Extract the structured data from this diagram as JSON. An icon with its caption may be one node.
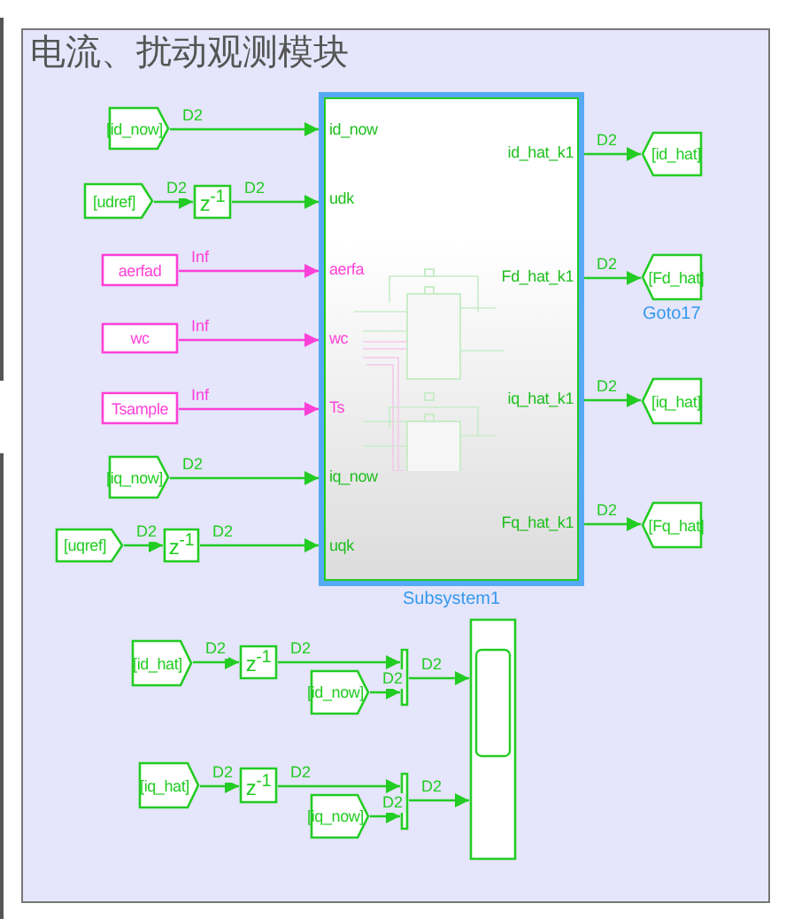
{
  "diagram": {
    "title": "电流、扰动观测模块",
    "nodes": [
      {
        "text": [
          "[id_now]"
        ]
      },
      {
        "text": [
          "[udref]"
        ]
      },
      {
        "text": [
          "z$^{-1}$"
        ]
      },
      {
        "text": [
          "aerfad"
        ]
      },
      {
        "text": [
          "wc"
        ]
      },
      {
        "text": [
          "Tsample"
        ]
      },
      {
        "text": [
          "[iq_now]"
        ]
      },
      {
        "text": [
          "[uqref]"
        ]
      },
      {
        "text": [
          "z$^{-1}$"
        ]
      },
      {
        "text": [
          "id_now",
          "udk",
          "aerfa",
          "wc",
          "Ts",
          "iq_now",
          "uqk",
          "id_hat_k1",
          "Fd_hat_k1",
          "iq_hat_k1",
          "Fq_hat_k1"
        ],
        "beside": [
          "Subsystem1"
        ]
      },
      {
        "text": [
          "[id_hat]"
        ]
      },
      {
        "text": [
          "[Fd_hat]"
        ],
        "beside": [
          "Goto17"
        ]
      },
      {
        "text": [
          "[iq_hat]"
        ]
      },
      {
        "text": [
          "[Fq_hat]"
        ]
      },
      {
        "text": [
          "[id_hat]"
        ]
      },
      {
        "text": [
          "z$^{-1}$"
        ]
      },
      {
        "text": [
          "[id_now]"
        ]
      },
      {
        "text": [],
        "shape": "bar"
      },
      {
        "text": [
          "[iq_hat]"
        ]
      },
      {
        "text": [
          "z$^{-1}$"
        ]
      },
      {
        "text": [
          "[iq_now]"
        ]
      },
      {
        "text": [],
        "shape": "bar"
      },
      {
        "text": [],
        "shape": "box"
      }
    ],
    "edges": [
      {
        "from": 0,
        "to": 9,
        "arrow": "to",
        "label": "D2"
      },
      {
        "from": 1,
        "to": 2,
        "arrow": "to",
        "label": "D2"
      },
      {
        "from": 2,
        "to": 9,
        "arrow": "to",
        "label": "D2"
      },
      {
        "from": 3,
        "to": 9,
        "arrow": "to",
        "label": "Inf",
        "color": "#ff40d8"
      },
      {
        "from": 4,
        "to": 9,
        "arrow": "to",
        "label": "Inf",
        "color": "#ff40d8"
      },
      {
        "from": 5,
        "to": 9,
        "arrow": "to",
        "label": "Inf",
        "color": "#ff40d8"
      },
      {
        "from": 6,
        "to": 9,
        "arrow": "to",
        "label": "D2"
      },
      {
        "from": 7,
        "to": 8,
        "arrow": "to",
        "label": "D2"
      },
      {
        "from": 8,
        "to": 9,
        "arrow": "to",
        "label": "D2"
      },
      {
        "from": 9,
        "to": 10,
        "arrow": "to",
        "label": "D2"
      },
      {
        "from": 9,
        "to": 11,
        "arrow": "to",
        "label": "D2"
      },
      {
        "from": 9,
        "to": 12,
        "arrow": "to",
        "label": "D2"
      },
      {
        "from": 9,
        "to": 13,
        "arrow": "to",
        "label": "D2"
      },
      {
        "from": 14,
        "to": 15,
        "arrow": "to",
        "label": "D2"
      },
      {
        "from": 15,
        "to": 17,
        "arrow": "to",
        "label": "D2"
      },
      {
        "from": 16,
        "to": 17,
        "arrow": "to",
        "label": "D2"
      },
      {
        "from": 17,
        "to": 22,
        "arrow": "to",
        "label": "D2"
      },
      {
        "from": 18,
        "to": 19,
        "arrow": "to",
        "label": "D2"
      },
      {
        "from": 19,
        "to": 21,
        "arrow": "to",
        "label": "D2"
      },
      {
        "from": 20,
        "to": 21,
        "arrow": "to",
        "label": "D2"
      },
      {
        "from": 21,
        "to": 22,
        "arrow": "to",
        "label": "D2"
      }
    ]
  }
}
